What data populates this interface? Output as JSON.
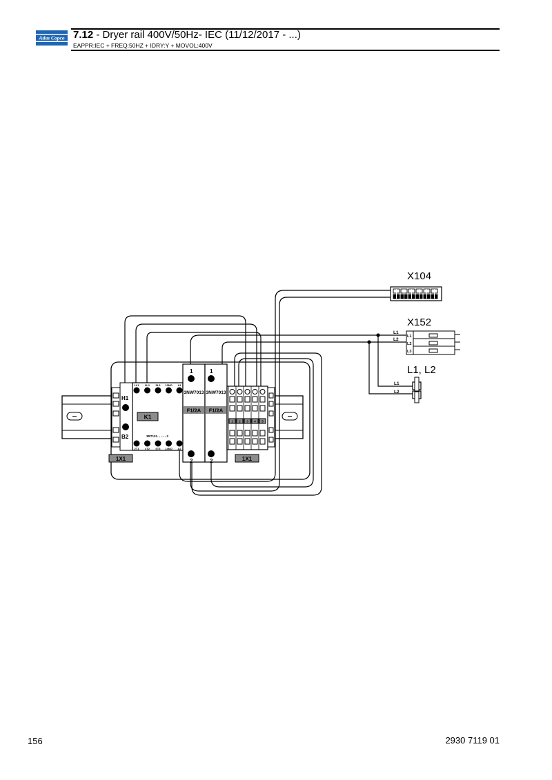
{
  "header": {
    "section_number": "7.12",
    "title": "- Dryer rail 400V/50Hz- IEC (11/12/2017 - ...)",
    "subtitle": "EAPPR:IEC + FREQ:50HZ + IDRY:Y + MOVOL:400V",
    "logo_text": "Atlas Copco",
    "brand_color": "#1e66b4"
  },
  "footer": {
    "page_number": "156",
    "document_number": "2930 7119 01"
  },
  "diagram": {
    "connector_x104": "X104",
    "connector_x152": "X152",
    "connector_l1l2": "L1, L2",
    "wire_l1": "L1",
    "wire_l2": "L2",
    "x152_pin_1": "L1",
    "x152_pin_2": "L2",
    "x152_pin_3": "L3",
    "terminal_h1": "H1",
    "terminal_b2": "B2",
    "contactor_k1": "K1",
    "contactor_model": "3RT101………2",
    "k1_top_pins": [
      "1L1",
      "3L2",
      "5L3",
      "13NO",
      "A1"
    ],
    "k1_bottom_pins": [
      "2T1",
      "4T2",
      "6T3",
      "14NO",
      "A2"
    ],
    "breaker_model": "3NW7013",
    "fuse_label": "F1/2A",
    "breaker_pin_top": "1",
    "breaker_pin_bottom": "2",
    "terminal_numbers": [
      "1",
      "2",
      "3",
      "4",
      "5"
    ],
    "rail_label_1x1": "1X1"
  }
}
